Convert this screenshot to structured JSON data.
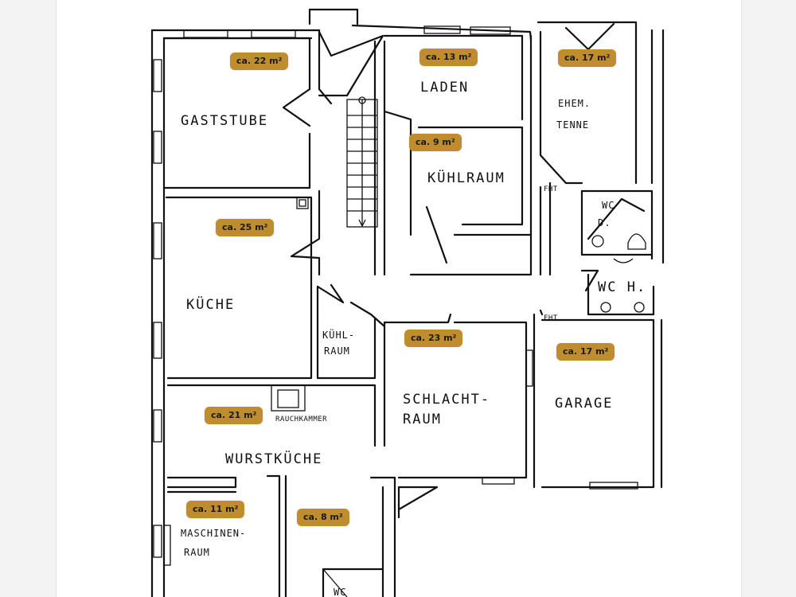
{
  "rooms": {
    "gaststube": "GASTSTUBE",
    "laden": "LADEN",
    "ehem": "EHEM.",
    "tenne": "TENNE",
    "kuehlraum_big": "KÜHLRAUM",
    "fht_top": "FHT",
    "wc_d_wc": "WC",
    "wc_d_d": "D.",
    "kueche": "KÜCHE",
    "wc_h": "WC H.",
    "fht_mid": "FHT",
    "kuehl_small_1": "KÜHL-",
    "kuehl_small_2": "RAUM",
    "schlacht_1": "SCHLACHT-",
    "schlacht_2": "RAUM",
    "garage": "GARAGE",
    "rauchkammer": "RAUCHKAMMER",
    "wurstkueche": "WURSTKÜCHE",
    "maschinen_1": "MASCHINEN-",
    "maschinen_2": "RAUM",
    "wc_bottom": "WC"
  },
  "areas": {
    "gaststube": "ca. 22 m²",
    "laden": "ca. 13 m²",
    "tenne": "ca. 17 m²",
    "kuehlraum": "ca. 9 m²",
    "kueche": "ca. 25 m²",
    "schlachtraum": "ca. 23 m²",
    "garage": "ca. 17 m²",
    "wurstkueche": "ca. 21 m²",
    "maschinenraum": "ca. 11 m²",
    "small_room": "ca. 8 m²"
  },
  "colors": {
    "badge": "#bf8d2e",
    "ink": "#111111",
    "paper": "#ffffff"
  }
}
